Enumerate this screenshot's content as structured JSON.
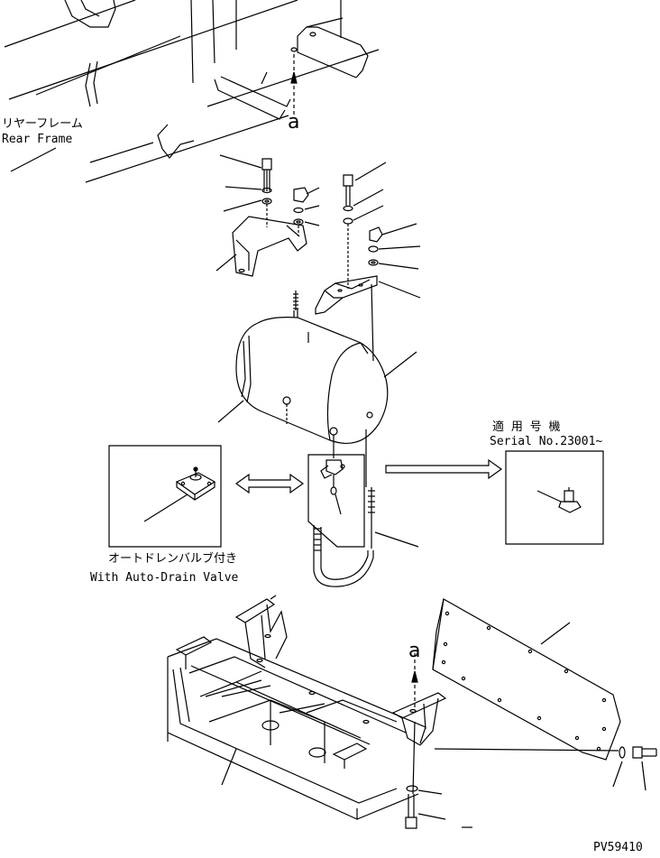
{
  "labels": {
    "rear_frame_jp": "リヤーフレーム",
    "rear_frame_en": "Rear Frame",
    "view_a_top": "a",
    "view_a_bottom": "a",
    "serial_jp": "適 用 号 機",
    "serial_en": "Serial No.23001~",
    "autodrain_jp": "オートドレンバルブ付き",
    "autodrain_en": "With Auto-Drain Valve",
    "drawing_number": "PV59410"
  }
}
